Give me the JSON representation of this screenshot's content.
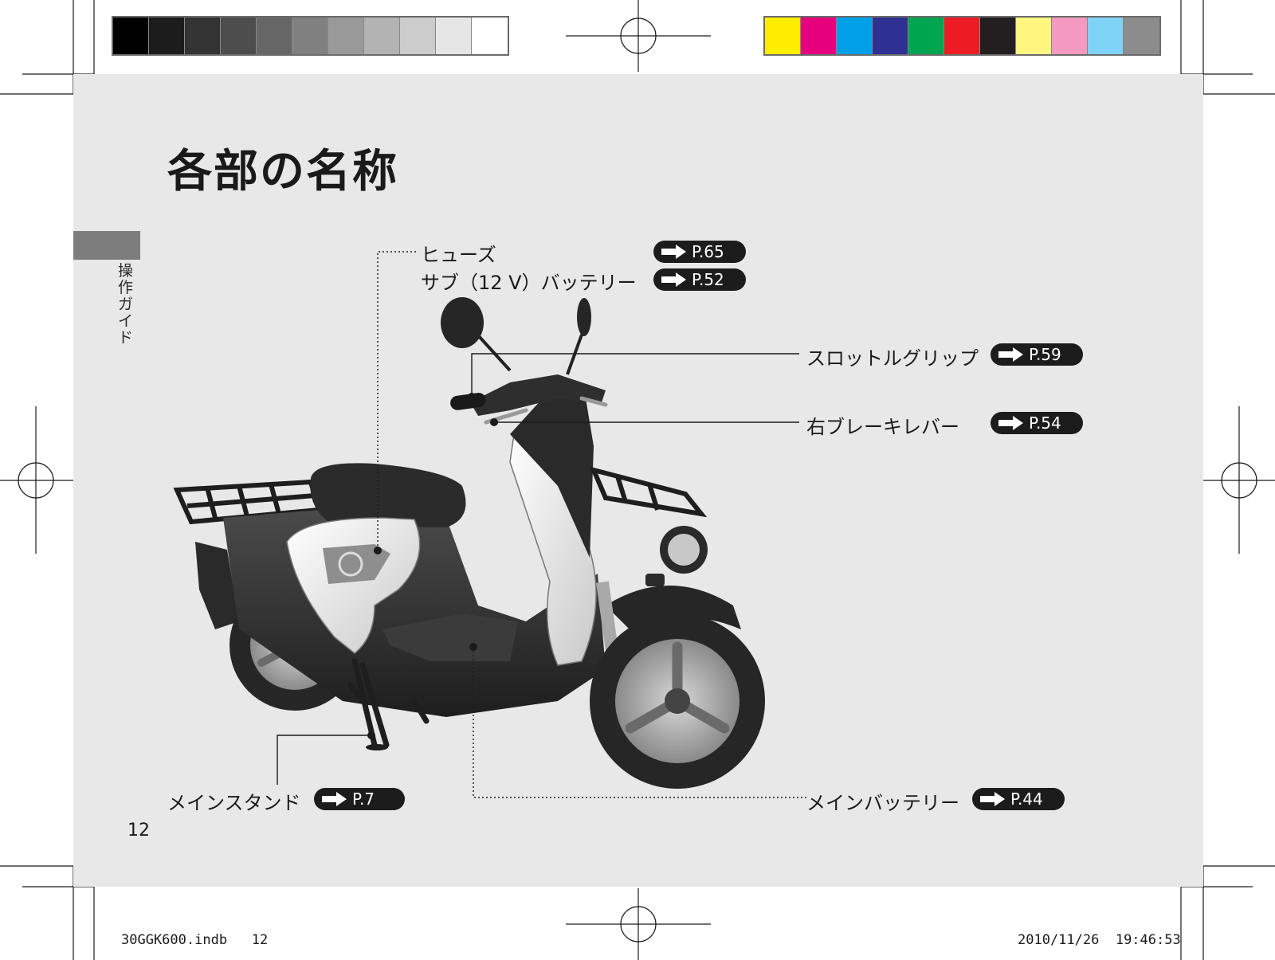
{
  "page": {
    "title": "各部の名称",
    "section_tab": "操作ガイド",
    "page_number": "12"
  },
  "callouts": [
    {
      "id": "fuse",
      "label": "ヒューズ",
      "ref": "P.65"
    },
    {
      "id": "sub-battery",
      "label": "サブ（12 V）バッテリー",
      "ref": "P.52"
    },
    {
      "id": "throttle-grip",
      "label": "スロットルグリップ",
      "ref": "P.59"
    },
    {
      "id": "right-brake-lever",
      "label": "右ブレーキレバー",
      "ref": "P.54"
    },
    {
      "id": "main-stand",
      "label": "メインスタンド",
      "ref": "P.7"
    },
    {
      "id": "main-battery",
      "label": "メインバッテリー",
      "ref": "P.44"
    }
  ],
  "footer": {
    "file": "30GGK600.indb\t12",
    "timestamp": "2010/11/26\t19:46:53"
  },
  "colors": {
    "gray_bar": [
      "#000000",
      "#1c1c1c",
      "#333333",
      "#4d4d4d",
      "#666666",
      "#808080",
      "#999999",
      "#b3b3b3",
      "#cccccc",
      "#e6e6e6",
      "#ffffff"
    ],
    "color_bar": [
      "#ffed00",
      "#e6007e",
      "#00a0e9",
      "#2e3192",
      "#00a550",
      "#ed1c24",
      "#231f20",
      "#fff57f",
      "#f49ac1",
      "#7fd3f7",
      "#8c8c8c"
    ],
    "page_bg": "#e8e8e8",
    "tab": "#7d7d7d"
  }
}
